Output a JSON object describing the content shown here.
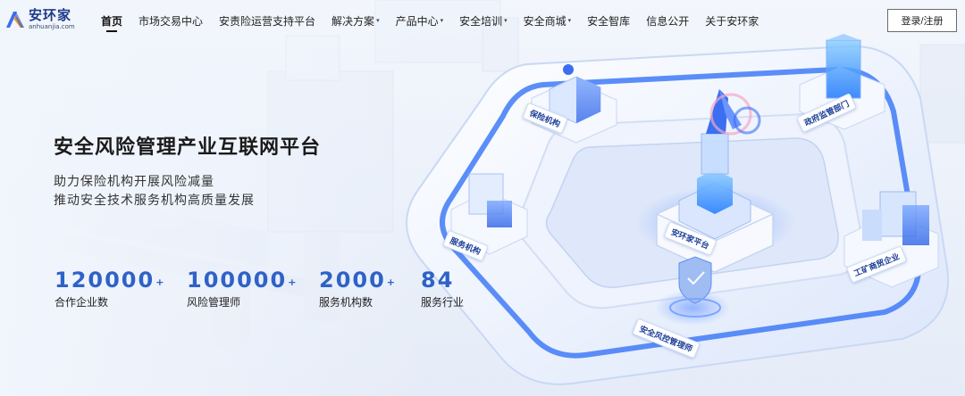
{
  "brand": {
    "name": "安环家",
    "domain": "anhuanjia.com"
  },
  "nav": {
    "items": [
      {
        "label": "首页",
        "dropdown": false,
        "active": true
      },
      {
        "label": "市场交易中心",
        "dropdown": false
      },
      {
        "label": "安责险运营支持平台",
        "dropdown": false
      },
      {
        "label": "解决方案",
        "dropdown": true
      },
      {
        "label": "产品中心",
        "dropdown": true
      },
      {
        "label": "安全培训",
        "dropdown": true
      },
      {
        "label": "安全商城",
        "dropdown": true
      },
      {
        "label": "安全智库",
        "dropdown": false
      },
      {
        "label": "信息公开",
        "dropdown": false
      },
      {
        "label": "关于安环家",
        "dropdown": false
      }
    ],
    "login_label": "登录/注册"
  },
  "hero": {
    "title": "安全风险管理产业互联网平台",
    "subtitle_lines": [
      "助力保险机构开展风险减量",
      "推动安全技术服务机构高质量发展"
    ]
  },
  "stats": [
    {
      "value": "120000",
      "plus": "+",
      "label": "合作企业数"
    },
    {
      "value": "100000",
      "plus": "+",
      "label": "风险管理师"
    },
    {
      "value": "2000",
      "plus": "+",
      "label": "服务机构数"
    },
    {
      "value": "84",
      "plus": "",
      "label": "服务行业"
    }
  ],
  "illustration": {
    "labels": {
      "insurance": "保险机构",
      "government": "政府监管部门",
      "platform": "安环家平台",
      "service": "服务机构",
      "enterprise": "工矿商贸企业",
      "risk_manager": "安全风控管理师"
    },
    "colors": {
      "accent": "#2f62c8",
      "primary_blue": "#3b6ff0",
      "light_blue": "#bcd3fb"
    }
  }
}
